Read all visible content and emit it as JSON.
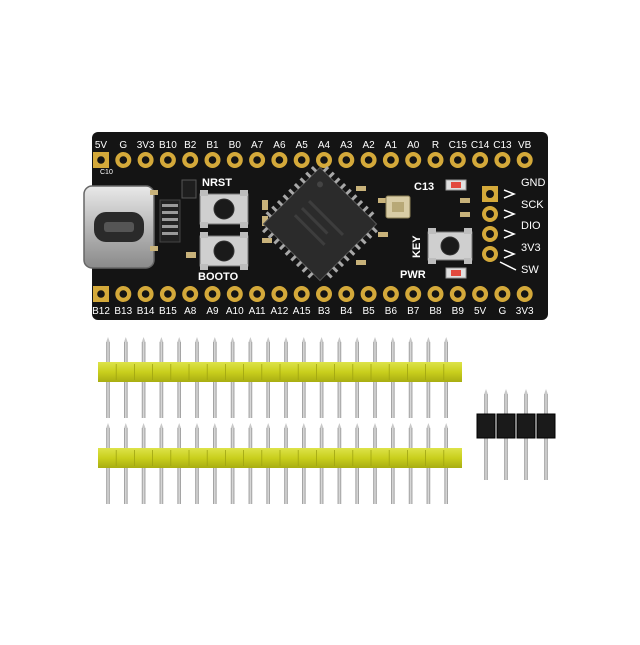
{
  "board": {
    "top_labels": [
      "5V",
      "G",
      "3V3",
      "B10",
      "B2",
      "B1",
      "B0",
      "A7",
      "A6",
      "A5",
      "A4",
      "A3",
      "A2",
      "A1",
      "A0",
      "R",
      "C15",
      "C14",
      "C13",
      "VB"
    ],
    "bottom_labels": [
      "B12",
      "B13",
      "B14",
      "B15",
      "A8",
      "A9",
      "A10",
      "A11",
      "A12",
      "A15",
      "B3",
      "B4",
      "B5",
      "B6",
      "B7",
      "B8",
      "B9",
      "5V",
      "G",
      "3V3"
    ],
    "swd_labels": [
      "GND",
      "SCK",
      "DIO",
      "3V3",
      "SW"
    ],
    "nrst_label": "NRST",
    "boot_label": "BOOTO",
    "key_label": "KEY",
    "pwr_label": "PWR",
    "c13_label": "C13",
    "c10_label": "C10",
    "colors": {
      "pcb": "#141414",
      "pad_gold": "#d4a93a",
      "silkscreen": "#ffffff",
      "header_plastic": "#c9cf1d",
      "pin_metal": "#b9b9b9",
      "black_header": "#1a1a1a"
    }
  },
  "headers": {
    "long_rows": 2,
    "long_pins_per_row": 20,
    "short_pins": 4
  }
}
